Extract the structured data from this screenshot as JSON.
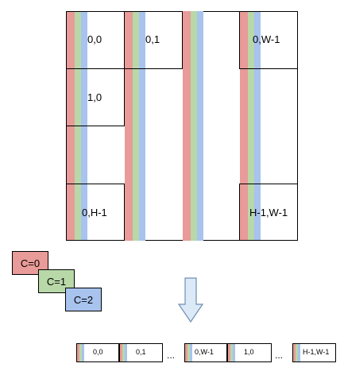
{
  "grid": {
    "cells": {
      "c00": "0,0",
      "c01": "0,1",
      "c0w": "0,W-1",
      "c10": "1,0",
      "ch0": "0,H-1",
      "chw": "H-1,W-1"
    }
  },
  "channels": [
    {
      "label": "C=0",
      "color": "#e89b98"
    },
    {
      "label": "C=1",
      "color": "#b8d8a8"
    },
    {
      "label": "C=2",
      "color": "#a7c3ee"
    }
  ],
  "sequence": {
    "items": [
      "0,0",
      "0,1",
      "0,W-1",
      "1,0",
      "H-1,W-1"
    ],
    "ellipsis": "..."
  }
}
